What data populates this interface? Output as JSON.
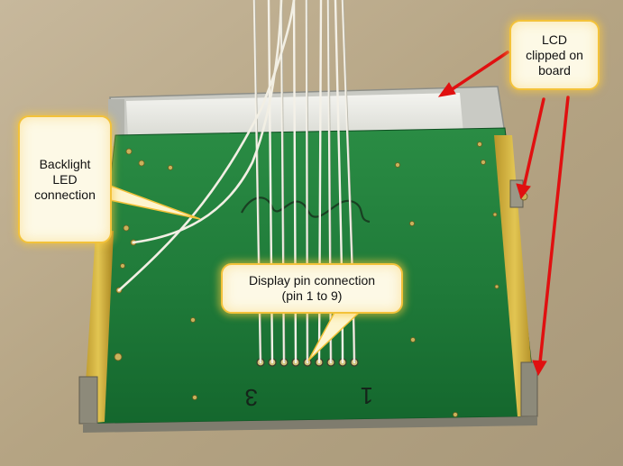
{
  "callouts": {
    "backlight": "Backlight\nLED\nconnection",
    "lcd": "LCD\nclipped on\nboard",
    "pins": "Display pin connection\n(pin 1 to 9)"
  },
  "board_marks": {
    "left": "3",
    "right": "1"
  },
  "colors": {
    "background": "#b9a98c",
    "pcb": "#1f7d3c",
    "gold_edge": "#d6b43c",
    "arrow": "#e01010",
    "callout_border": "#f3c23a",
    "callout_fill": "#fdf9e6"
  }
}
